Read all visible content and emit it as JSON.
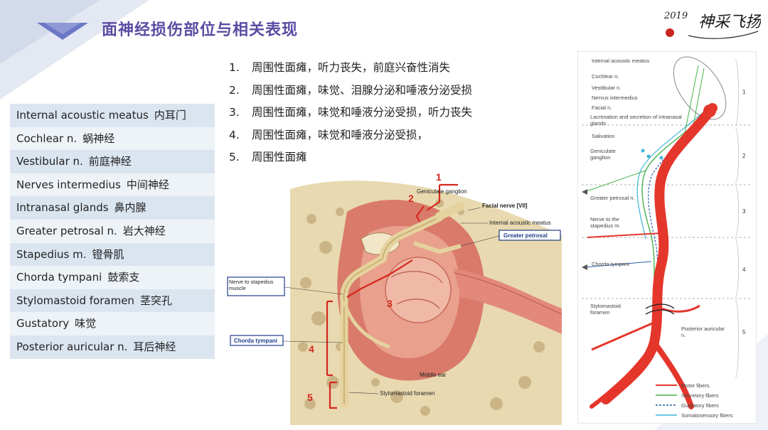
{
  "title": "面神经损伤部位与相关表现",
  "logo": {
    "year": "2019",
    "mark": "神采飞扬"
  },
  "glossary": [
    {
      "en": "Internal acoustic meatus",
      "zh": "内耳门"
    },
    {
      "en": "Cochlear n.",
      "zh": "蜗神经"
    },
    {
      "en": "Vestibular n.",
      "zh": "前庭神经"
    },
    {
      "en": "Nerves intermedius",
      "zh": "中间神经"
    },
    {
      "en": "Intranasal glands",
      "zh": "鼻内腺"
    },
    {
      "en": "Greater petrosal  n.",
      "zh": "岩大神经"
    },
    {
      "en": "Stapedius m.",
      "zh": "镫骨肌"
    },
    {
      "en": "Chorda tympani",
      "zh": "鼓索支"
    },
    {
      "en": "Stylomastoid foramen",
      "zh": "茎突孔"
    },
    {
      "en": "Gustatory",
      "zh": "味觉"
    },
    {
      "en": "Posterior auricular n.",
      "zh": "耳后神经"
    }
  ],
  "lesions": [
    {
      "num": "1.",
      "text": "周围性面瘫，听力丧失，前庭兴奋性消失"
    },
    {
      "num": "2.",
      "text": "周围性面瘫，味觉、泪腺分泌和唾液分泌受损"
    },
    {
      "num": "3.",
      "text": "周围性面瘫，味觉和唾液分泌受损，听力丧失"
    },
    {
      "num": "4.",
      "text": "周围性面瘫，味觉和唾液分泌受损，"
    },
    {
      "num": "5.",
      "text": "周围性面瘫"
    }
  ],
  "figure_left": {
    "labels": {
      "geniculate": "Geniculate ganglion",
      "facial_nerve": "Facial nerve [VII]",
      "iam": "Internal acoustic meatus",
      "greater_petrosal": "Greater petrosal",
      "nerve_stapedius": "Nerve to stapedius muscle",
      "chorda": "Chorda tympani",
      "middle_ear": "Middle ear",
      "stylomastoid": "Stylomastoid foramen"
    },
    "markers": [
      "1",
      "2",
      "3",
      "4",
      "5"
    ]
  },
  "figure_right": {
    "labels": {
      "iam": "Internal acoustic meatus",
      "cochlear": "Cochlear n.",
      "vestibular": "Vestibular n.",
      "intermedius": "Nervus intermedius",
      "facial": "Facial n.",
      "lacrimation": "Lacrimation and secretion of intranasal glands",
      "salivation": "Salivation",
      "geniculate": "Geniculate ganglion",
      "greater_petrosal": "Greater petrosal n.",
      "stapedius": "Nerve to the stapedius m.",
      "chorda": "Chorda tympani",
      "stylomastoid": "Stylomastoid foramen",
      "posterior_auricular": "Posterior auricular n."
    },
    "levels": [
      "1",
      "2",
      "3",
      "4",
      "5"
    ],
    "legend": [
      "Motor fibers",
      "Secretory fibers",
      "Gustatory fibers",
      "Somatosensory fibers"
    ]
  },
  "colors": {
    "title": "#5b4ba3",
    "accent_red": "#d6261d",
    "nerve_red": "#e5362b",
    "label_blue": "#1f3f8a",
    "secretory_green": "#44b24a",
    "gustatory_blue": "#2c5fa8",
    "somatosensory_cyan": "#3fb4d8"
  }
}
